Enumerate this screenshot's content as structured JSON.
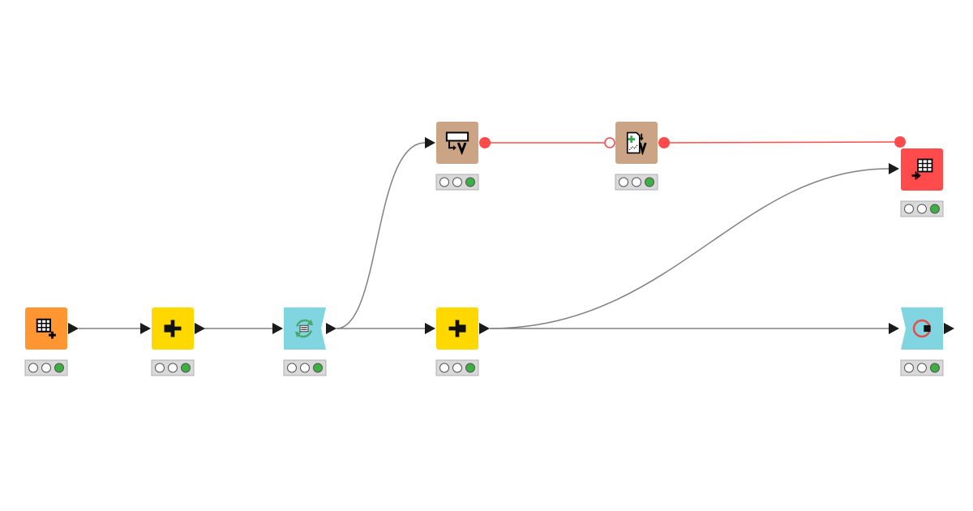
{
  "workflow": {
    "colors": {
      "data_connection": "#808080",
      "variable_connection": "#ff4b4b",
      "status_bar_bg": "#d9d9d9",
      "status_bar_border": "#b0b0b0",
      "status_executed": "#3cb043"
    },
    "nodes": [
      {
        "id": "table-creator",
        "icon": "table-plus-icon",
        "color": "#ff9632",
        "shape": "square",
        "status": [
          "idle",
          "idle",
          "executed"
        ]
      },
      {
        "id": "column-splitter",
        "icon": "split-icon",
        "color": "#ffd800",
        "shape": "square",
        "status": [
          "idle",
          "idle",
          "executed"
        ]
      },
      {
        "id": "chunk-loop-start",
        "icon": "loop-start-icon",
        "color": "#80d5e0",
        "shape": "loop-start",
        "status": [
          "idle",
          "idle",
          "executed"
        ]
      },
      {
        "id": "column-appender",
        "icon": "merge-icon",
        "color": "#ffd800",
        "shape": "square",
        "status": [
          "idle",
          "idle",
          "executed"
        ]
      },
      {
        "id": "table-row-to-variable",
        "icon": "row-to-variable-icon",
        "color": "#caa485",
        "shape": "square",
        "status": [
          "idle",
          "idle",
          "executed"
        ]
      },
      {
        "id": "variable-modifier",
        "icon": "variable-modify-icon",
        "color": "#caa485",
        "shape": "square",
        "status": [
          "idle",
          "idle",
          "executed"
        ]
      },
      {
        "id": "variable-to-table",
        "icon": "variable-to-table-icon",
        "color": "#ff4b4b",
        "shape": "square",
        "status": [
          "idle",
          "idle",
          "executed"
        ]
      },
      {
        "id": "loop-end",
        "icon": "loop-end-icon",
        "color": "#80d5e0",
        "shape": "loop-end",
        "status": [
          "idle",
          "idle",
          "executed"
        ]
      }
    ],
    "connections": [
      {
        "id": "conn-1",
        "from": "table-creator",
        "to": "column-splitter",
        "kind": "data"
      },
      {
        "id": "conn-2",
        "from": "column-splitter",
        "to": "chunk-loop-start",
        "kind": "data"
      },
      {
        "id": "conn-3",
        "from": "chunk-loop-start",
        "to": "column-appender",
        "kind": "data"
      },
      {
        "id": "conn-4",
        "from": "chunk-loop-start",
        "to": "table-row-to-variable",
        "kind": "data"
      },
      {
        "id": "conn-5",
        "from": "table-row-to-variable",
        "to": "variable-modifier",
        "kind": "variable"
      },
      {
        "id": "conn-6",
        "from": "variable-modifier",
        "to": "variable-to-table",
        "kind": "variable"
      },
      {
        "id": "conn-7",
        "from": "column-appender",
        "to": "variable-to-table",
        "kind": "data"
      },
      {
        "id": "conn-8",
        "from": "column-appender",
        "to": "loop-end",
        "kind": "data"
      }
    ]
  }
}
